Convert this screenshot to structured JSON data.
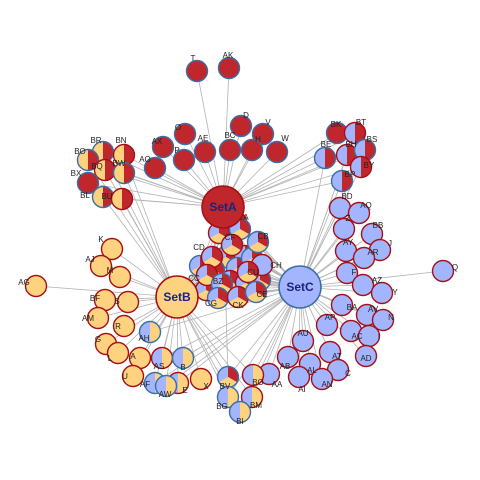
{
  "colors": {
    "A": "#c0272d",
    "B": "#ffd27f",
    "C": "#a4b5ff",
    "border_red": "#a50f15",
    "border_blue": "#3a6ea5",
    "edge": "#b3b3b3"
  },
  "hubs": [
    {
      "id": "SetA",
      "label": "SetA",
      "color": "A"
    },
    {
      "id": "SetB",
      "label": "SetB",
      "color": "B"
    },
    {
      "id": "SetC",
      "label": "SetC",
      "color": "C"
    }
  ],
  "nodes": [
    {
      "label": "T",
      "sets": [
        "A"
      ]
    },
    {
      "label": "AK",
      "sets": [
        "A"
      ]
    },
    {
      "label": "O",
      "sets": [
        "A"
      ]
    },
    {
      "label": "D",
      "sets": [
        "A"
      ]
    },
    {
      "label": "V",
      "sets": [
        "A"
      ]
    },
    {
      "label": "AX",
      "sets": [
        "A"
      ]
    },
    {
      "label": "AE",
      "sets": [
        "A"
      ]
    },
    {
      "label": "BC",
      "sets": [
        "A"
      ]
    },
    {
      "label": "H",
      "sets": [
        "A"
      ]
    },
    {
      "label": "W",
      "sets": [
        "A"
      ]
    },
    {
      "label": "P",
      "sets": [
        "A"
      ]
    },
    {
      "label": "AO",
      "sets": [
        "A"
      ]
    },
    {
      "label": "BR",
      "sets": [
        "A",
        "B"
      ]
    },
    {
      "label": "BN",
      "sets": [
        "A",
        "B"
      ]
    },
    {
      "label": "BO",
      "sets": [
        "A",
        "B"
      ]
    },
    {
      "label": "BQ",
      "sets": [
        "A",
        "B"
      ]
    },
    {
      "label": "BW",
      "sets": [
        "A",
        "B"
      ]
    },
    {
      "label": "BX",
      "sets": [
        "A"
      ]
    },
    {
      "label": "BL",
      "sets": [
        "A",
        "B"
      ]
    },
    {
      "label": "BU",
      "sets": [
        "A",
        "B"
      ]
    },
    {
      "label": "BK",
      "sets": [
        "A"
      ]
    },
    {
      "label": "BT",
      "sets": [
        "A",
        "C"
      ]
    },
    {
      "label": "BE",
      "sets": [
        "A",
        "C"
      ]
    },
    {
      "label": "BH",
      "sets": [
        "A",
        "C"
      ]
    },
    {
      "label": "BS",
      "sets": [
        "A",
        "C"
      ]
    },
    {
      "label": "BY",
      "sets": [
        "A",
        "C"
      ]
    },
    {
      "label": "BP",
      "sets": [
        "A",
        "C"
      ]
    },
    {
      "label": "BD",
      "sets": [
        "C"
      ]
    },
    {
      "label": "AQ",
      "sets": [
        "C"
      ]
    },
    {
      "label": "Z",
      "sets": [
        "C"
      ]
    },
    {
      "label": "BB",
      "sets": [
        "C"
      ]
    },
    {
      "label": "AY",
      "sets": [
        "C"
      ]
    },
    {
      "label": "J",
      "sets": [
        "C"
      ]
    },
    {
      "label": "AR",
      "sets": [
        "C"
      ]
    },
    {
      "label": "F",
      "sets": [
        "C"
      ]
    },
    {
      "label": "Q",
      "sets": [
        "C"
      ]
    },
    {
      "label": "AZ",
      "sets": [
        "C"
      ]
    },
    {
      "label": "Y",
      "sets": [
        "C"
      ]
    },
    {
      "label": "BA",
      "sets": [
        "C"
      ]
    },
    {
      "label": "AV",
      "sets": [
        "C"
      ]
    },
    {
      "label": "N",
      "sets": [
        "C"
      ]
    },
    {
      "label": "AP",
      "sets": [
        "C"
      ]
    },
    {
      "label": "AC",
      "sets": [
        "C"
      ]
    },
    {
      "label": "I",
      "sets": [
        "C"
      ]
    },
    {
      "label": "AU",
      "sets": [
        "C"
      ]
    },
    {
      "label": "AT",
      "sets": [
        "C"
      ]
    },
    {
      "label": "AD",
      "sets": [
        "C"
      ]
    },
    {
      "label": "AB",
      "sets": [
        "C"
      ]
    },
    {
      "label": "AL",
      "sets": [
        "C"
      ]
    },
    {
      "label": "C",
      "sets": [
        "C"
      ]
    },
    {
      "label": "AA",
      "sets": [
        "C"
      ]
    },
    {
      "label": "AI",
      "sets": [
        "C"
      ]
    },
    {
      "label": "AN",
      "sets": [
        "C"
      ]
    },
    {
      "label": "K",
      "sets": [
        "B"
      ]
    },
    {
      "label": "AJ",
      "sets": [
        "B"
      ]
    },
    {
      "label": "M",
      "sets": [
        "B"
      ]
    },
    {
      "label": "AG",
      "sets": [
        "B"
      ]
    },
    {
      "label": "BF",
      "sets": [
        "B"
      ]
    },
    {
      "label": "S",
      "sets": [
        "B"
      ]
    },
    {
      "label": "AM",
      "sets": [
        "B"
      ]
    },
    {
      "label": "R",
      "sets": [
        "B"
      ]
    },
    {
      "label": "G",
      "sets": [
        "B"
      ]
    },
    {
      "label": "AH",
      "sets": [
        "B",
        "C"
      ]
    },
    {
      "label": "L",
      "sets": [
        "B"
      ]
    },
    {
      "label": "A",
      "sets": [
        "B"
      ]
    },
    {
      "label": "AS",
      "sets": [
        "B",
        "C"
      ]
    },
    {
      "label": "B",
      "sets": [
        "B",
        "C"
      ]
    },
    {
      "label": "U",
      "sets": [
        "B"
      ]
    },
    {
      "label": "AF",
      "sets": [
        "B",
        "C"
      ]
    },
    {
      "label": "E",
      "sets": [
        "B",
        "C"
      ]
    },
    {
      "label": "AW",
      "sets": [
        "B",
        "C"
      ]
    },
    {
      "label": "X",
      "sets": [
        "B"
      ]
    },
    {
      "label": "BV",
      "sets": [
        "A",
        "B",
        "C"
      ]
    },
    {
      "label": "BO",
      "sets": [
        "B",
        "C"
      ]
    },
    {
      "label": "BG",
      "sets": [
        "B",
        "C"
      ]
    },
    {
      "label": "BM",
      "sets": [
        "B",
        "C"
      ]
    },
    {
      "label": "BI",
      "sets": [
        "B",
        "C"
      ]
    },
    {
      "label": "CI",
      "sets": [
        "A",
        "B",
        "C"
      ]
    },
    {
      "label": "CA",
      "sets": [
        "A",
        "B",
        "C"
      ]
    },
    {
      "label": "CF",
      "sets": [
        "A",
        "B",
        "C"
      ]
    },
    {
      "label": "CB",
      "sets": [
        "A",
        "B",
        "C"
      ]
    },
    {
      "label": "CD",
      "sets": [
        "A",
        "B",
        "C"
      ]
    },
    {
      "label": "CH",
      "sets": [
        "C"
      ]
    },
    {
      "label": "CC",
      "sets": [
        "A",
        "B",
        "C"
      ]
    },
    {
      "label": "BZ",
      "sets": [
        "A",
        "B",
        "C"
      ]
    },
    {
      "label": "CU",
      "sets": [
        "A",
        "B",
        "C"
      ]
    },
    {
      "label": "CG",
      "sets": [
        "A",
        "B",
        "C"
      ]
    },
    {
      "label": "CK",
      "sets": [
        "A",
        "B",
        "C"
      ]
    },
    {
      "label": "CE",
      "sets": [
        "A",
        "B",
        "C"
      ]
    }
  ]
}
